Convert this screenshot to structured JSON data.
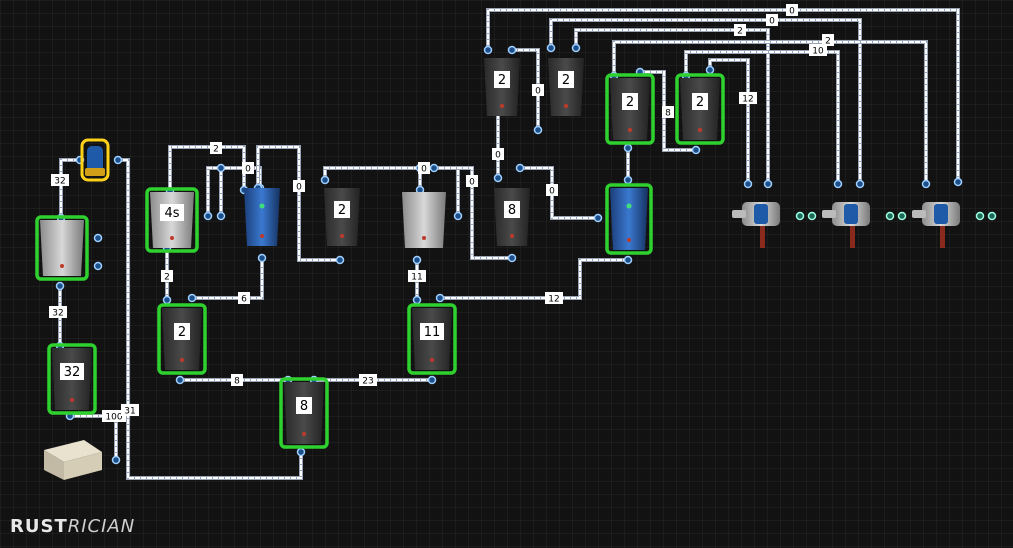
{
  "brand": {
    "left": "RUST",
    "right": "RICIAN"
  },
  "colors": {
    "highlight": "#2fd12f",
    "source": "#ffd21a",
    "wire": "#9aa4b8",
    "battery": "#1e5aa8"
  },
  "devices": [
    {
      "id": "src",
      "kind": "solar-source",
      "label": "",
      "highlight": "yellow"
    },
    {
      "id": "bat32",
      "kind": "small-battery",
      "label": "",
      "highlight": "green"
    },
    {
      "id": "b32",
      "kind": "branch",
      "label": "32",
      "highlight": "green"
    },
    {
      "id": "box",
      "kind": "storage-box",
      "label": "",
      "highlight": "none"
    },
    {
      "id": "t4s",
      "kind": "timer",
      "label": "4s",
      "highlight": "green"
    },
    {
      "id": "bat_a",
      "kind": "battery",
      "label": "",
      "highlight": "none"
    },
    {
      "id": "b2c",
      "kind": "branch",
      "label": "2",
      "highlight": "none"
    },
    {
      "id": "tm2",
      "kind": "timer",
      "label": "",
      "highlight": "none"
    },
    {
      "id": "b8a",
      "kind": "branch",
      "label": "8",
      "highlight": "none"
    },
    {
      "id": "bat_b",
      "kind": "battery",
      "label": "",
      "highlight": "green"
    },
    {
      "id": "b2a",
      "kind": "branch",
      "label": "2",
      "highlight": "green"
    },
    {
      "id": "b11",
      "kind": "branch",
      "label": "11",
      "highlight": "green"
    },
    {
      "id": "b8b",
      "kind": "branch",
      "label": "8",
      "highlight": "green"
    },
    {
      "id": "t1",
      "kind": "branch",
      "label": "2",
      "highlight": "none"
    },
    {
      "id": "t2",
      "kind": "branch",
      "label": "2",
      "highlight": "none"
    },
    {
      "id": "t3",
      "kind": "branch",
      "label": "2",
      "highlight": "green"
    },
    {
      "id": "t4",
      "kind": "branch",
      "label": "2",
      "highlight": "green"
    },
    {
      "id": "turret1",
      "kind": "auto-turret",
      "label": "",
      "highlight": "none"
    },
    {
      "id": "turret2",
      "kind": "auto-turret",
      "label": "",
      "highlight": "none"
    },
    {
      "id": "turret3",
      "kind": "auto-turret",
      "label": "",
      "highlight": "none"
    }
  ],
  "wire_labels": [
    "32",
    "32",
    "100",
    "31",
    "2",
    "0",
    "0",
    "0",
    "0",
    "2",
    "6",
    "11",
    "12",
    "8",
    "23",
    "0",
    "0",
    "0",
    "0",
    "0",
    "2",
    "2",
    "10",
    "8",
    "12"
  ]
}
